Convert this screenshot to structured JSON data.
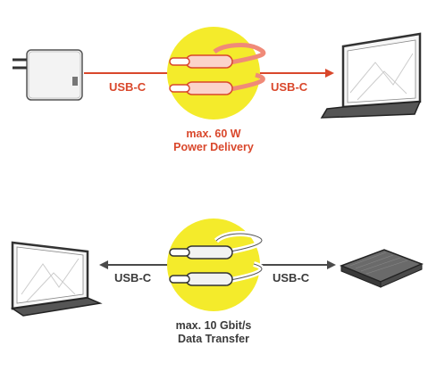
{
  "colors": {
    "power_accent": "#d9472b",
    "data_accent": "#3a3a3a",
    "highlight_circle": "#f4eb2b",
    "cable_power": "#f08a78",
    "cable_data": "#ffffff"
  },
  "power": {
    "left_label": "USB-C",
    "right_label": "USB-C",
    "caption_line1": "max. 60 W",
    "caption_line2": "Power Delivery",
    "left_device_icon": "power-adapter-icon",
    "right_device_icon": "laptop-icon"
  },
  "data": {
    "left_label": "USB-C",
    "right_label": "USB-C",
    "caption_line1": "max. 10 Gbit/s",
    "caption_line2": "Data Transfer",
    "left_device_icon": "laptop-icon",
    "right_device_icon": "external-drive-icon"
  }
}
